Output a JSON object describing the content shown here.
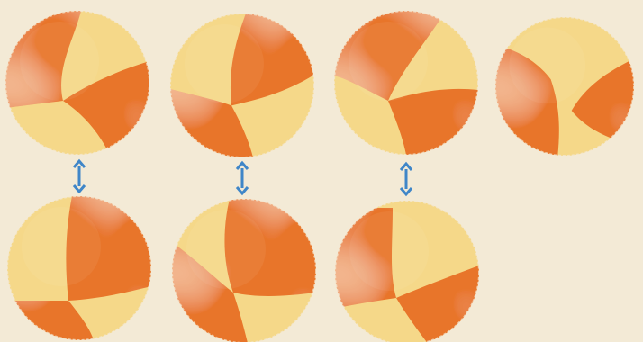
{
  "colors": {
    "background": "#f3ead6",
    "orange": "#e8742a",
    "orange_dark": "#d9601d",
    "yellow": "#f5d889",
    "yellow_light": "#f8e4a6",
    "arrow": "#3f86c8"
  },
  "balls": [
    {
      "id": "top-1",
      "pattern": "a"
    },
    {
      "id": "top-2",
      "pattern": "b"
    },
    {
      "id": "top-3",
      "pattern": "c"
    },
    {
      "id": "top-4",
      "pattern": "d"
    },
    {
      "id": "bottom-1",
      "pattern": "e"
    },
    {
      "id": "bottom-2",
      "pattern": "f"
    },
    {
      "id": "bottom-3",
      "pattern": "g"
    }
  ],
  "arrows": [
    {
      "id": "pair-1",
      "icon": "double-vertical-arrow-icon"
    },
    {
      "id": "pair-2",
      "icon": "double-vertical-arrow-icon"
    },
    {
      "id": "pair-3",
      "icon": "double-vertical-arrow-icon"
    }
  ]
}
